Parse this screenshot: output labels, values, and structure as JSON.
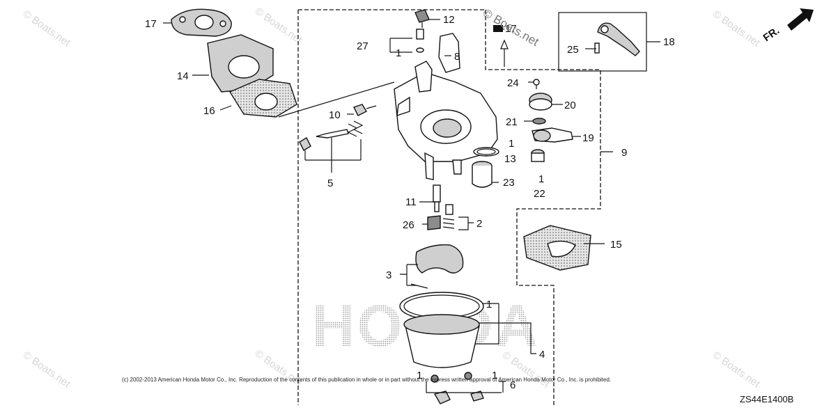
{
  "diagram": {
    "section_ref": "E-17",
    "direction_marker": "FR.",
    "brand_watermark": "HONDA",
    "copyright": "(c) 2002-2013 American Honda Motor Co., Inc. Reproduction of the contents of this publication in whole or in part without the express written approval of American Honda Motor Co., Inc. is prohibited.",
    "diagram_code": "ZS44E1400B",
    "site_watermark": "© Boats.net",
    "site_watermark_main": "© Boats.net",
    "callouts": {
      "c17": "17",
      "c14": "14",
      "c16": "16",
      "c12": "12",
      "c27": "27",
      "c1_top": "1",
      "c8": "8",
      "c25": "25",
      "c18": "18",
      "c24": "24",
      "c20": "20",
      "c21": "21",
      "c19": "19",
      "c9": "9",
      "c10": "10",
      "c5": "5",
      "c1_13": "1",
      "c13": "13",
      "c1_22": "1",
      "c22": "22",
      "c23": "23",
      "c11": "11",
      "c26": "26",
      "c2": "2",
      "c15": "15",
      "c3": "3",
      "c1_bowl": "1",
      "c4": "4",
      "c1_bl": "1",
      "c1_br": "1",
      "c6": "6"
    }
  }
}
